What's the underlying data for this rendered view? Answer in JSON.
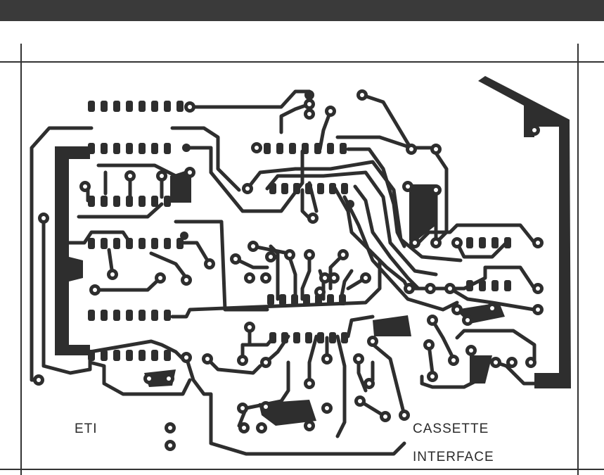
{
  "board": {
    "labels": {
      "maker": "ETI",
      "title_line1": "CASSETTE",
      "title_line2": "INTERFACE"
    },
    "colors": {
      "copper": "#2e2e2e",
      "paper": "#ffffff",
      "header_band": "#3a3a3a",
      "frame": "#333333"
    }
  }
}
